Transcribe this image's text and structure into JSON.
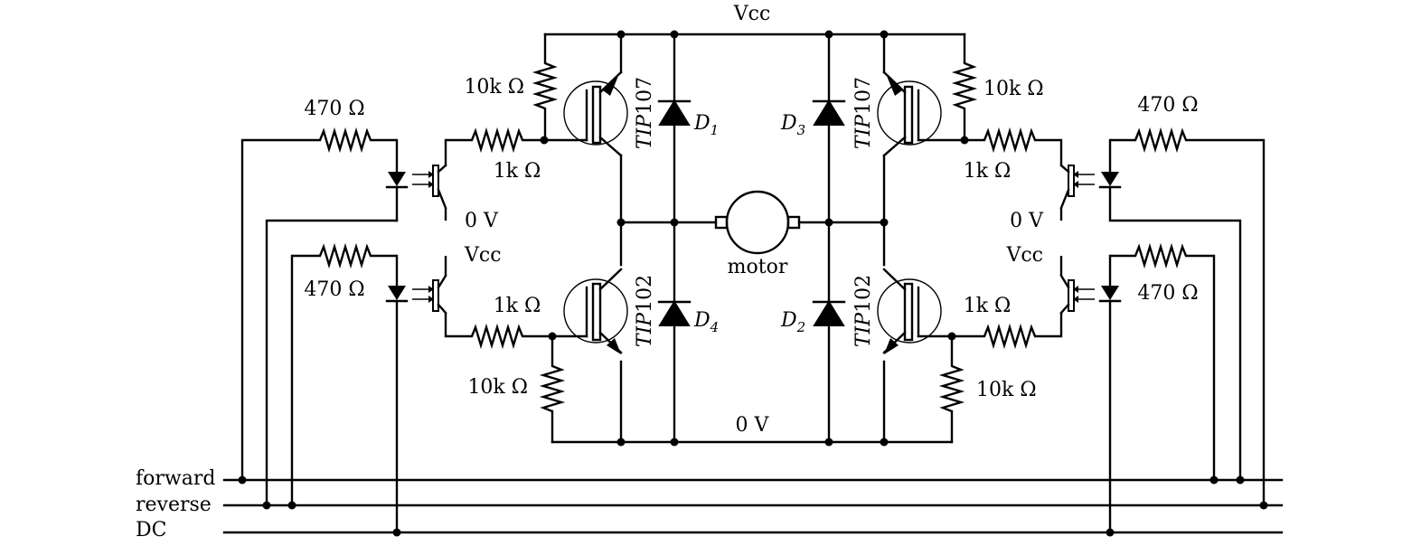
{
  "labels": {
    "vcc_top": "Vcc",
    "zero_bottom": "0 V",
    "motor": "motor",
    "res_10k": "10k Ω",
    "res_1k": "1k Ω",
    "res_470": "470 Ω",
    "zero_v": "0 V",
    "vcc": "Vcc",
    "t1_italic": "TIP",
    "t1_num": "107",
    "t2_italic": "TIP",
    "t2_num": "102",
    "d1_main": "D",
    "d1_sub": "1",
    "d2_sub": "2",
    "d3_sub": "3",
    "d4_sub": "4",
    "bus_forward": "forward",
    "bus_reverse": "reverse",
    "bus_dc": "DC"
  },
  "colors": {
    "ink": "#000000",
    "background": "#ffffff"
  }
}
